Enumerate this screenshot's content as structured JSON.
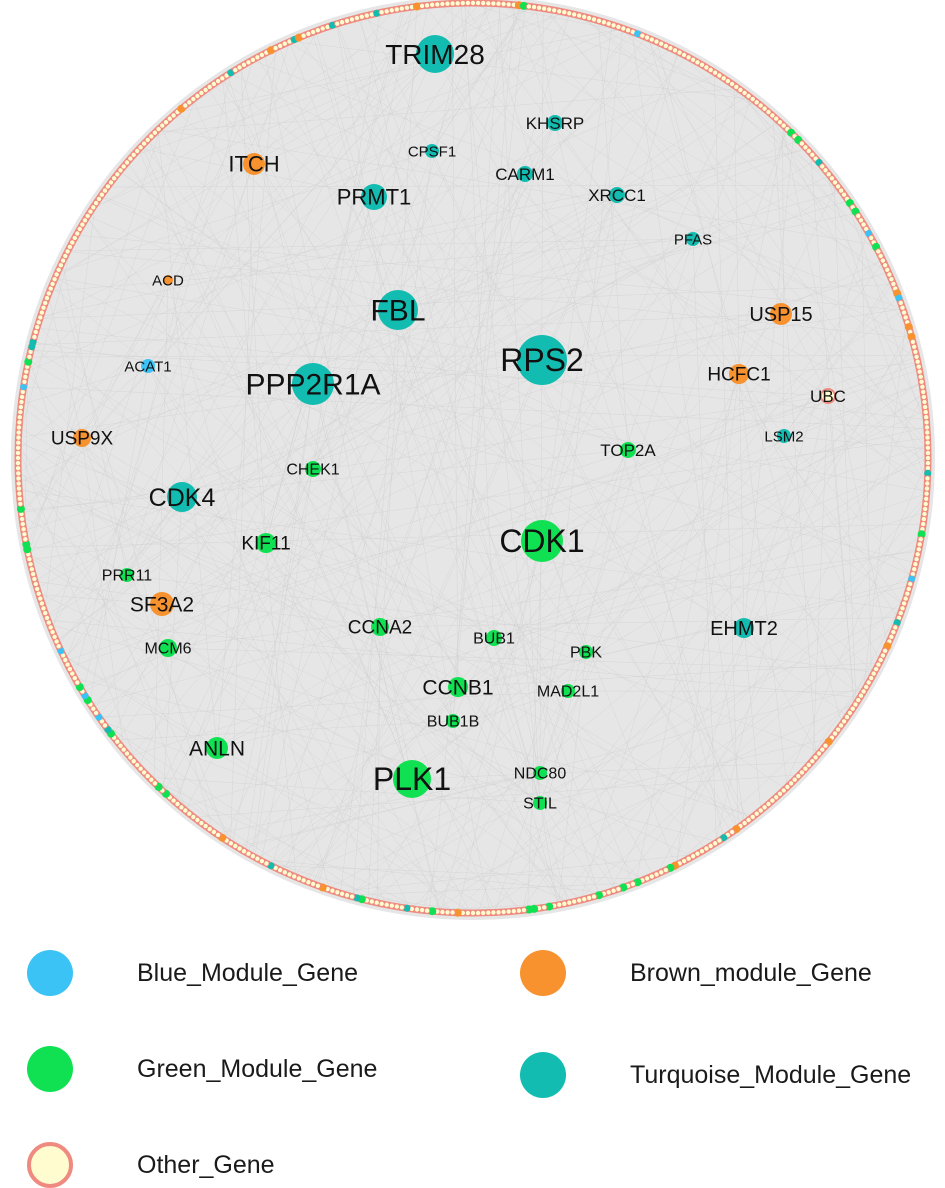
{
  "colors": {
    "blue": "#3cc3f5",
    "brown": "#f7922e",
    "green": "#10e152",
    "turquoise": "#13bcb0",
    "other_fill": "#fffcd0",
    "other_stroke": "#ef8a80",
    "edge": "#dcdcdc",
    "background_fill": "#e6e6e6"
  },
  "legend": {
    "items": [
      {
        "label": "Blue_Module_Gene",
        "module": "blue"
      },
      {
        "label": "Brown_module_Gene",
        "module": "brown"
      },
      {
        "label": "Green_Module_Gene",
        "module": "green"
      },
      {
        "label": "Turquoise_Module_Gene",
        "module": "turquoise"
      },
      {
        "label": "Other_Gene",
        "module": "other"
      }
    ]
  },
  "nodes": [
    {
      "label": "TRIM28",
      "module": "turquoise"
    },
    {
      "label": "KHSRP",
      "module": "turquoise"
    },
    {
      "label": "CPSF1",
      "module": "turquoise"
    },
    {
      "label": "ITCH",
      "module": "brown"
    },
    {
      "label": "CARM1",
      "module": "turquoise"
    },
    {
      "label": "PRMT1",
      "module": "turquoise"
    },
    {
      "label": "XRCC1",
      "module": "turquoise"
    },
    {
      "label": "PFAS",
      "module": "turquoise"
    },
    {
      "label": "ACD",
      "module": "brown"
    },
    {
      "label": "FBL",
      "module": "turquoise"
    },
    {
      "label": "USP15",
      "module": "brown"
    },
    {
      "label": "RPS2",
      "module": "turquoise"
    },
    {
      "label": "ACAT1",
      "module": "blue"
    },
    {
      "label": "PPP2R1A",
      "module": "turquoise"
    },
    {
      "label": "HCFC1",
      "module": "brown"
    },
    {
      "label": "UBC",
      "module": "other"
    },
    {
      "label": "USP9X",
      "module": "brown"
    },
    {
      "label": "LSM2",
      "module": "turquoise"
    },
    {
      "label": "TOP2A",
      "module": "green"
    },
    {
      "label": "CHEK1",
      "module": "green"
    },
    {
      "label": "CDK4",
      "module": "turquoise"
    },
    {
      "label": "CDK1",
      "module": "green"
    },
    {
      "label": "KIF11",
      "module": "green"
    },
    {
      "label": "PRR11",
      "module": "green"
    },
    {
      "label": "SF3A2",
      "module": "brown"
    },
    {
      "label": "CCNA2",
      "module": "green"
    },
    {
      "label": "EHMT2",
      "module": "turquoise"
    },
    {
      "label": "BUB1",
      "module": "green"
    },
    {
      "label": "MCM6",
      "module": "green"
    },
    {
      "label": "PBK",
      "module": "green"
    },
    {
      "label": "CCNB1",
      "module": "green"
    },
    {
      "label": "MAD2L1",
      "module": "green"
    },
    {
      "label": "BUB1B",
      "module": "green"
    },
    {
      "label": "ANLN",
      "module": "green"
    },
    {
      "label": "PLK1",
      "module": "green"
    },
    {
      "label": "NDC80",
      "module": "green"
    },
    {
      "label": "STIL",
      "module": "green"
    }
  ]
}
